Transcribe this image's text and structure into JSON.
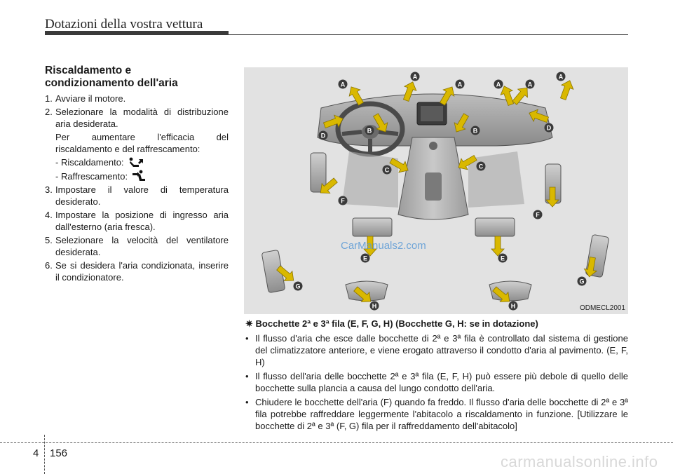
{
  "header": {
    "title": "Dotazioni della vostra vettura"
  },
  "section": {
    "title_line1": "Riscaldamento e",
    "title_line2": "condizionamento dell'aria",
    "steps": [
      {
        "n": "1.",
        "text": "Avviare il motore."
      },
      {
        "n": "2.",
        "text": "Selezionare la modalità di distribuzione aria desiderata."
      },
      {
        "n": "3.",
        "text": "Impostare il valore di temperatura desiderato."
      },
      {
        "n": "4.",
        "text": "Impostare la posizione di ingresso aria dall'esterno (aria fresca)."
      },
      {
        "n": "5.",
        "text": "Selezionare la velocità del ventilatore desiderata."
      },
      {
        "n": "6.",
        "text": "Se si desidera l'aria condizionata, inserire il condizionatore."
      }
    ],
    "efficacy_note": "Per aumentare l'efficacia del riscaldamento e del raffrescamento:",
    "heating_label": "- Riscaldamento:",
    "cooling_label": "- Raffrescamento:"
  },
  "figure": {
    "code": "ODMECL2001",
    "watermark": "CarManuals2.com",
    "vent_labels": [
      "A",
      "A",
      "A",
      "A",
      "A",
      "A",
      "B",
      "B",
      "C",
      "C",
      "D",
      "D",
      "E",
      "E",
      "F",
      "F",
      "G",
      "G",
      "H",
      "H"
    ],
    "colors": {
      "arrow": "#d9b800",
      "badge": "#3a3a3a",
      "background": "#e2e2e2"
    }
  },
  "note": {
    "title": "Bocchette 2ª e 3ª fila (E, F, G, H) (Bocchette G, H: se in dotazione)",
    "bullets": [
      "Il flusso d'aria che esce dalle bocchette di 2ª e 3ª fila è controllato dal sistema di gestione del climatizzatore anteriore, e viene erogato attraverso il condotto d'aria al pavimento. (E, F, H)",
      "Il flusso dell'aria delle bocchette 2ª e 3ª fila (E, F, H) può essere più debole di quello delle bocchette sulla plancia a causa del lungo condotto dell'aria.",
      "Chiudere le bocchette dell'aria (F) quando fa freddo. Il flusso d'aria delle bocchette di 2ª e 3ª fila potrebbe raffreddare leggermente l'abitacolo a riscaldamento in funzione. [Utilizzare le bocchette di 2ª e 3ª (F, G) fila per il raffreddamento dell'abitacolo]"
    ]
  },
  "footer": {
    "chapter": "4",
    "page": "156",
    "site": "carmanualsonline.info"
  }
}
